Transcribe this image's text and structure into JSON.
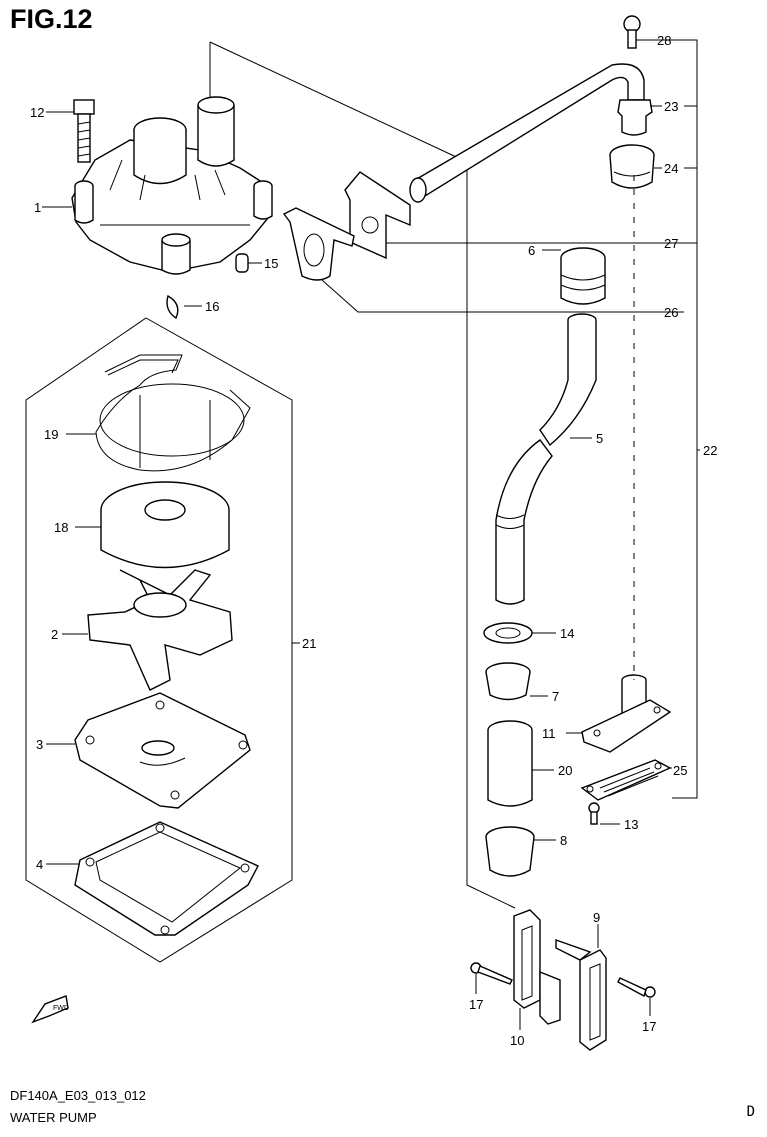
{
  "figure": {
    "title": "FIG.12",
    "code": "DF140A_E03_013_012",
    "name": "WATER PUMP",
    "page_letter": "D",
    "fwd_label": "FWD"
  },
  "callouts": {
    "c1": "1",
    "c2": "2",
    "c3": "3",
    "c4": "4",
    "c5": "5",
    "c6": "6",
    "c7": "7",
    "c8": "8",
    "c9": "9",
    "c10": "10",
    "c11": "11",
    "c12": "12",
    "c13": "13",
    "c14": "14",
    "c15": "15",
    "c16": "16",
    "c17a": "17",
    "c17b": "17",
    "c18": "18",
    "c19": "19",
    "c20": "20",
    "c21": "21",
    "c22": "22",
    "c23": "23",
    "c24": "24",
    "c25": "25",
    "c26": "26",
    "c27": "27",
    "c28": "28"
  },
  "colors": {
    "line": "#000000",
    "paper": "#ffffff"
  }
}
